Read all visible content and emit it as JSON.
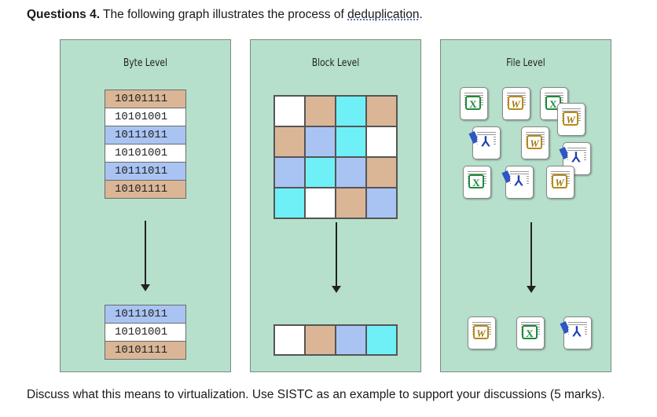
{
  "question": {
    "label": "Questions 4.",
    "text_before": " The following graph illustrates the process of ",
    "underlined_word": "deduplication",
    "text_after": "."
  },
  "panels": [
    {
      "title": "Byte Level",
      "before": [
        {
          "value": "10101111",
          "color": "#dab697"
        },
        {
          "value": "10101001",
          "color": "#ffffff"
        },
        {
          "value": "10111011",
          "color": "#a9c4f3"
        },
        {
          "value": "10101001",
          "color": "#ffffff"
        },
        {
          "value": "10111011",
          "color": "#a9c4f3"
        },
        {
          "value": "10101111",
          "color": "#dab697"
        }
      ],
      "after": [
        {
          "value": "10111011",
          "color": "#a9c4f3"
        },
        {
          "value": "10101001",
          "color": "#ffffff"
        },
        {
          "value": "10101111",
          "color": "#dab697"
        }
      ]
    },
    {
      "title": "Block Level",
      "grid": [
        [
          "white",
          "tan",
          "cyan",
          "tan"
        ],
        [
          "tan",
          "blue",
          "cyan",
          "white"
        ],
        [
          "blue",
          "cyan",
          "blue",
          "tan"
        ],
        [
          "cyan",
          "white",
          "tan",
          "blue"
        ]
      ],
      "after": [
        "white",
        "tan",
        "blue",
        "cyan"
      ]
    },
    {
      "title": "File Level",
      "before_icons": [
        "excel-file-icon",
        "word-file-icon",
        "excel-file-icon",
        "word-file-icon",
        "pdf-file-icon",
        "word-file-icon",
        "pdf-file-icon",
        "excel-file-icon",
        "pdf-file-icon",
        "word-file-icon"
      ],
      "after_icons": [
        "word-file-icon",
        "excel-file-icon",
        "pdf-file-icon"
      ],
      "glyphs": {
        "excel": "X",
        "word": "W",
        "pdf": "⅄"
      }
    }
  ],
  "footer": "Discuss what this means to virtualization. Use SISTC as an example to support your discussions (5 marks).",
  "colors": {
    "panel_bg": "#b6e0cc",
    "tan": "#dab697",
    "white": "#ffffff",
    "blue": "#a9c4f3",
    "cyan": "#6ff0f7"
  }
}
